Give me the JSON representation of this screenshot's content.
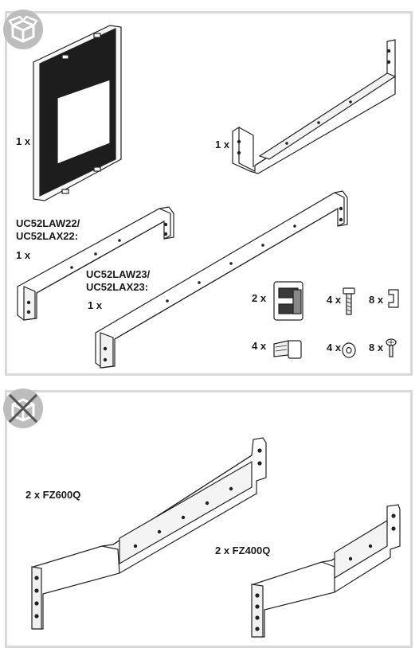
{
  "included": {
    "icon": "open-box-icon",
    "labels": {
      "panel_qty": "1 x",
      "bracket_top_qty": "1 x",
      "model_a_line1": "UC52LAW22/",
      "model_a_line2": "UC52LAX22:",
      "model_a_qty": "1 x",
      "model_b_line1": "UC52LAW23/",
      "model_b_line2": "UC52LAX23:",
      "model_b_qty": "1 x",
      "connector_qty": "2 x",
      "bolt_qty": "4 x",
      "clip_qty": "8 x",
      "plug_qty": "4 x",
      "washer_qty": "4 x",
      "screw_qty": "8 x"
    }
  },
  "not_included": {
    "icon": "crossed-box-icon",
    "labels": {
      "rail_long": "2 x FZ600Q",
      "rail_short": "2 x FZ400Q"
    }
  }
}
